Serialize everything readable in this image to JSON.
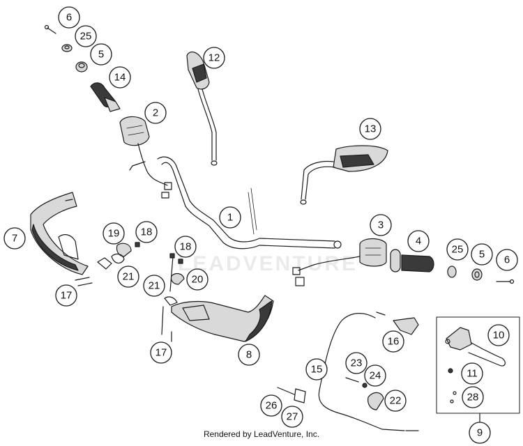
{
  "watermark": "LEADVENTURE",
  "footer": "Rendered by LeadVenture, Inc.",
  "callouts": [
    {
      "id": "c6a",
      "label": "6"
    },
    {
      "id": "c25a",
      "label": "25"
    },
    {
      "id": "c5a",
      "label": "5"
    },
    {
      "id": "c14",
      "label": "14"
    },
    {
      "id": "c2",
      "label": "2"
    },
    {
      "id": "c12",
      "label": "12"
    },
    {
      "id": "c13",
      "label": "13"
    },
    {
      "id": "c1",
      "label": "1"
    },
    {
      "id": "c7",
      "label": "7"
    },
    {
      "id": "c19",
      "label": "19"
    },
    {
      "id": "c18a",
      "label": "18"
    },
    {
      "id": "c21a",
      "label": "21"
    },
    {
      "id": "c17a",
      "label": "17"
    },
    {
      "id": "c18b",
      "label": "18"
    },
    {
      "id": "c20",
      "label": "20"
    },
    {
      "id": "c21b",
      "label": "21"
    },
    {
      "id": "c17b",
      "label": "17"
    },
    {
      "id": "c8",
      "label": "8"
    },
    {
      "id": "c3",
      "label": "3"
    },
    {
      "id": "c4",
      "label": "4"
    },
    {
      "id": "c25b",
      "label": "25"
    },
    {
      "id": "c5b",
      "label": "5"
    },
    {
      "id": "c6b",
      "label": "6"
    },
    {
      "id": "c10",
      "label": "10"
    },
    {
      "id": "c11",
      "label": "11"
    },
    {
      "id": "c28",
      "label": "28"
    },
    {
      "id": "c9",
      "label": "9"
    },
    {
      "id": "c16",
      "label": "16"
    },
    {
      "id": "c15",
      "label": "15"
    },
    {
      "id": "c23",
      "label": "23"
    },
    {
      "id": "c24",
      "label": "24"
    },
    {
      "id": "c22",
      "label": "22"
    },
    {
      "id": "c26",
      "label": "26"
    },
    {
      "id": "c27",
      "label": "27"
    }
  ]
}
